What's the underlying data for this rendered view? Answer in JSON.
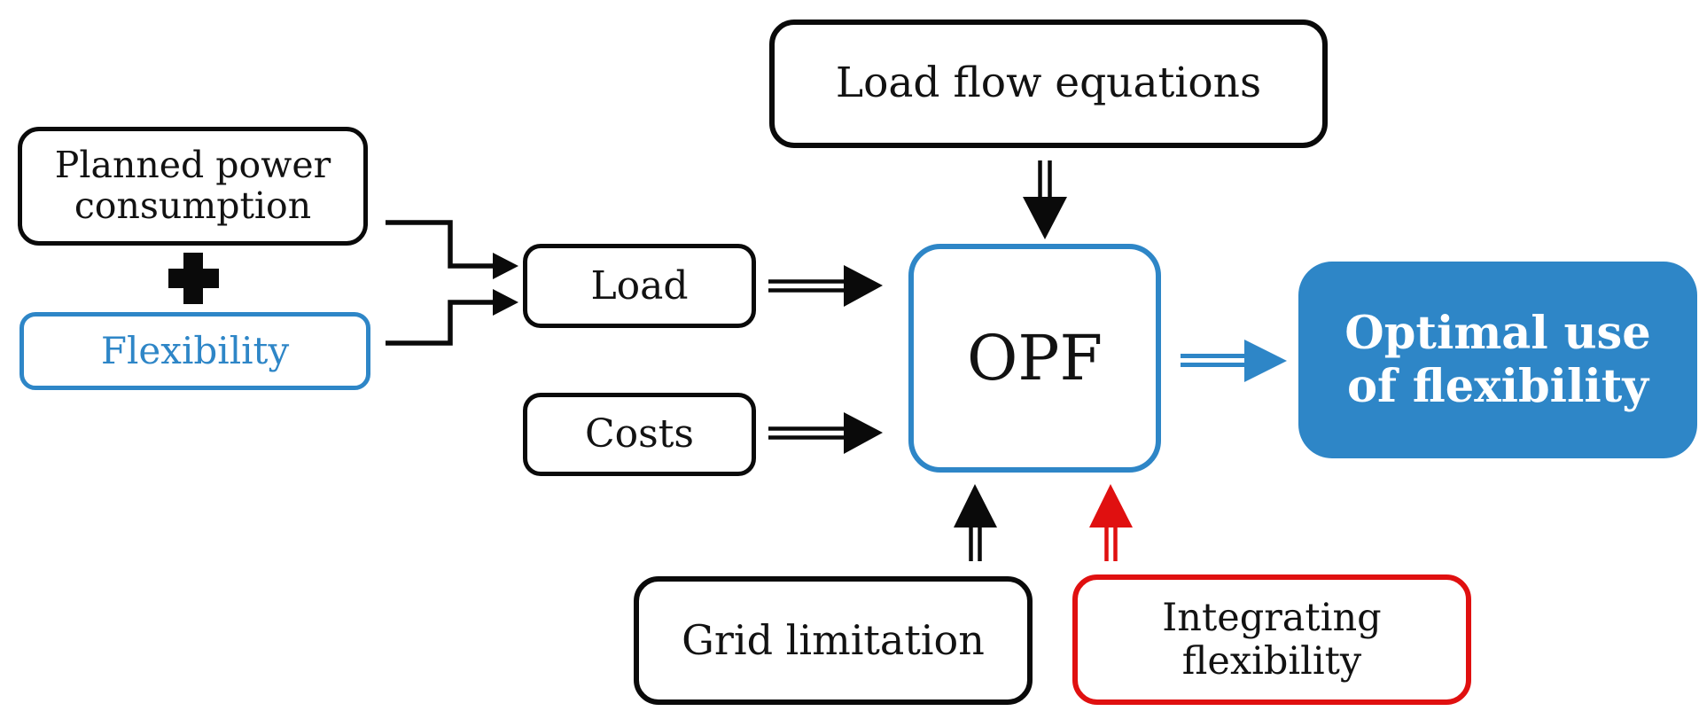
{
  "boxes": {
    "planned_power": {
      "label": "Planned power\nconsumption"
    },
    "flexibility": {
      "label": "Flexibility"
    },
    "load": {
      "label": "Load"
    },
    "costs": {
      "label": "Costs"
    },
    "load_flow": {
      "label": "Load flow equations"
    },
    "opf": {
      "label": "OPF"
    },
    "optimal_use": {
      "label": "Optimal use\nof flexibility"
    },
    "grid_limitation": {
      "label": "Grid limitation"
    },
    "integrating_flexibility": {
      "label": "Integrating\nflexibility"
    }
  },
  "icons": {
    "plus": "+"
  },
  "colors": {
    "accent_blue": "#2e86c7",
    "accent_red": "#e01010",
    "line_black": "#0a0a0a",
    "text_dark": "#121212",
    "optimal_text": "#ffffff"
  }
}
